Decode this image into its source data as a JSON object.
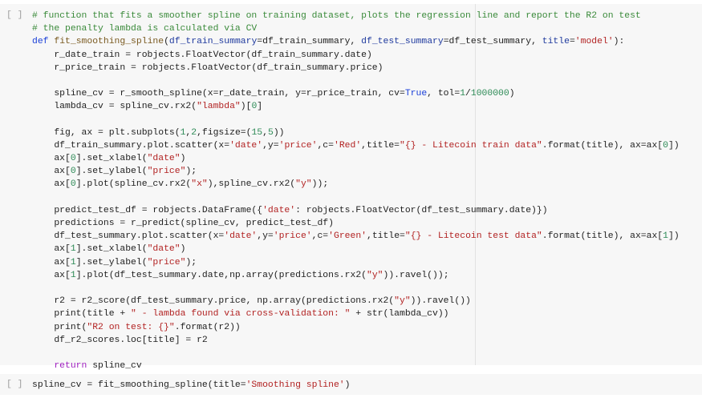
{
  "cells": [
    {
      "run_label": "[ ]",
      "lines": [
        [
          [
            "# function that fits a smoother spline on training dataset, plots the regression line and report the R2 on test",
            "cm"
          ]
        ],
        [
          [
            "# the penalty lambda is calculated via CV",
            "cm"
          ]
        ],
        [
          [
            "def",
            "kw"
          ],
          [
            " ",
            ""
          ],
          [
            "fit_smoothing_spline",
            "fn"
          ],
          [
            "(",
            ""
          ],
          [
            "df_train_summary",
            "pa"
          ],
          [
            "=df_train_summary, ",
            ""
          ],
          [
            "df_test_summary",
            "pa"
          ],
          [
            "=df_test_summary, ",
            ""
          ],
          [
            "title",
            "pa"
          ],
          [
            "=",
            ""
          ],
          [
            "'model'",
            "st"
          ],
          [
            "):",
            ""
          ]
        ],
        [
          [
            "    r_date_train = robjects.FloatVector(df_train_summary.date)",
            ""
          ]
        ],
        [
          [
            "    r_price_train = robjects.FloatVector(df_train_summary.price)",
            ""
          ]
        ],
        [],
        [
          [
            "    spline_cv = r_smooth_spline(x=r_date_train, y=r_price_train, cv=",
            ""
          ],
          [
            "True",
            "tr"
          ],
          [
            ", tol=",
            ""
          ],
          [
            "1",
            "nu"
          ],
          [
            "/",
            ""
          ],
          [
            "1000000",
            "nu"
          ],
          [
            ")",
            ""
          ]
        ],
        [
          [
            "    lambda_cv = spline_cv.rx2(",
            ""
          ],
          [
            "\"lambda\"",
            "st"
          ],
          [
            ")[",
            ""
          ],
          [
            "0",
            "nu"
          ],
          [
            "]",
            ""
          ]
        ],
        [],
        [
          [
            "    fig, ax = plt.subplots(",
            ""
          ],
          [
            "1",
            "nu"
          ],
          [
            ",",
            ""
          ],
          [
            "2",
            "nu"
          ],
          [
            ",figsize=(",
            ""
          ],
          [
            "15",
            "nu"
          ],
          [
            ",",
            ""
          ],
          [
            "5",
            "nu"
          ],
          [
            "))",
            ""
          ]
        ],
        [
          [
            "    df_train_summary.plot.scatter(x=",
            ""
          ],
          [
            "'date'",
            "st"
          ],
          [
            ",y=",
            ""
          ],
          [
            "'price'",
            "st"
          ],
          [
            ",c=",
            ""
          ],
          [
            "'Red'",
            "st"
          ],
          [
            ",title=",
            ""
          ],
          [
            "\"{} - Litecoin train data\"",
            "st"
          ],
          [
            ".format(title), ax=ax[",
            ""
          ],
          [
            "0",
            "nu"
          ],
          [
            "])",
            ""
          ]
        ],
        [
          [
            "    ax[",
            ""
          ],
          [
            "0",
            "nu"
          ],
          [
            "].set_xlabel(",
            ""
          ],
          [
            "\"date\"",
            "st"
          ],
          [
            ")",
            ""
          ]
        ],
        [
          [
            "    ax[",
            ""
          ],
          [
            "0",
            "nu"
          ],
          [
            "].set_ylabel(",
            ""
          ],
          [
            "\"price\"",
            "st"
          ],
          [
            ");",
            ""
          ]
        ],
        [
          [
            "    ax[",
            ""
          ],
          [
            "0",
            "nu"
          ],
          [
            "].plot(spline_cv.rx2(",
            ""
          ],
          [
            "\"x\"",
            "st"
          ],
          [
            "),spline_cv.rx2(",
            ""
          ],
          [
            "\"y\"",
            "st"
          ],
          [
            "));",
            ""
          ]
        ],
        [],
        [
          [
            "    predict_test_df = robjects.DataFrame({",
            ""
          ],
          [
            "'date'",
            "st"
          ],
          [
            ": robjects.FloatVector(df_test_summary.date)})",
            ""
          ]
        ],
        [
          [
            "    predictions = r_predict(spline_cv, predict_test_df)",
            ""
          ]
        ],
        [
          [
            "    df_test_summary.plot.scatter(x=",
            ""
          ],
          [
            "'date'",
            "st"
          ],
          [
            ",y=",
            ""
          ],
          [
            "'price'",
            "st"
          ],
          [
            ",c=",
            ""
          ],
          [
            "'Green'",
            "st"
          ],
          [
            ",title=",
            ""
          ],
          [
            "\"{} - Litecoin test data\"",
            "st"
          ],
          [
            ".format(title), ax=ax[",
            ""
          ],
          [
            "1",
            "nu"
          ],
          [
            "])",
            ""
          ]
        ],
        [
          [
            "    ax[",
            ""
          ],
          [
            "1",
            "nu"
          ],
          [
            "].set_xlabel(",
            ""
          ],
          [
            "\"date\"",
            "st"
          ],
          [
            ")",
            ""
          ]
        ],
        [
          [
            "    ax[",
            ""
          ],
          [
            "1",
            "nu"
          ],
          [
            "].set_ylabel(",
            ""
          ],
          [
            "\"price\"",
            "st"
          ],
          [
            ");",
            ""
          ]
        ],
        [
          [
            "    ax[",
            ""
          ],
          [
            "1",
            "nu"
          ],
          [
            "].plot(df_test_summary.date,np.array(predictions.rx2(",
            ""
          ],
          [
            "\"y\"",
            "st"
          ],
          [
            ")).ravel());",
            ""
          ]
        ],
        [],
        [
          [
            "    r2 = r2_score(df_test_summary.price, np.array(predictions.rx2(",
            ""
          ],
          [
            "\"y\"",
            "st"
          ],
          [
            ")).ravel())",
            ""
          ]
        ],
        [
          [
            "    print(title + ",
            ""
          ],
          [
            "\" - lambda found via cross-validation: \"",
            "st"
          ],
          [
            " + str(lambda_cv))",
            ""
          ]
        ],
        [
          [
            "    print(",
            ""
          ],
          [
            "\"R2 on test: {}\"",
            "st"
          ],
          [
            ".format(r2))",
            ""
          ]
        ],
        [
          [
            "    df_r2_scores.loc[title] = r2",
            ""
          ]
        ],
        [],
        [
          [
            "    ",
            ""
          ],
          [
            "return",
            "ret"
          ],
          [
            " spline_cv",
            ""
          ]
        ]
      ]
    },
    {
      "run_label": "[ ]",
      "lines": [
        [
          [
            "spline_cv = fit_smoothing_spline(title=",
            ""
          ],
          [
            "'Smoothing spline'",
            "st"
          ],
          [
            ")",
            ""
          ]
        ]
      ]
    }
  ]
}
